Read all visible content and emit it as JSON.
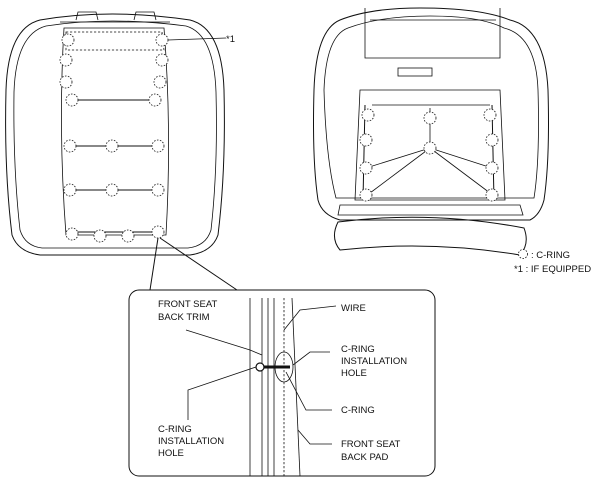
{
  "labels": {
    "footnote_marker": "*1",
    "legend_cring": ": C-RING",
    "legend_if_equipped": "*1 : IF EQUIPPED",
    "front_seat_back_trim_1": "FRONT SEAT",
    "front_seat_back_trim_2": "BACK TRIM",
    "wire": "WIRE",
    "cring_hole_right_1": "C-RING",
    "cring_hole_right_2": "INSTALLATION",
    "cring_hole_right_3": "HOLE",
    "cring": "C-RING",
    "cring_hole_left_1": "C-RING",
    "cring_hole_left_2": "INSTALLATION",
    "cring_hole_left_3": "HOLE",
    "front_seat_back_pad_1": "FRONT SEAT",
    "front_seat_back_pad_2": "BACK PAD"
  }
}
